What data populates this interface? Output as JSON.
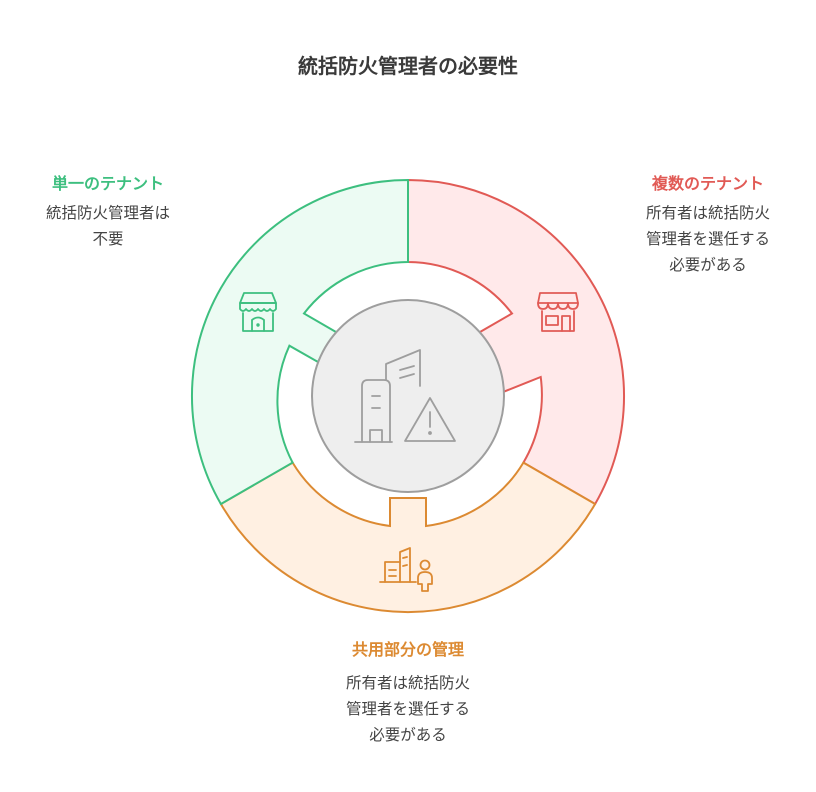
{
  "title": "統括防火管理者の必要性",
  "segments": [
    {
      "id": "single",
      "heading": "単一のテナント",
      "description": "統括防火管理者は\n不要",
      "color": "#3dbf7f",
      "fill": "#ecfbf3",
      "icon": "store-icon"
    },
    {
      "id": "multi",
      "heading": "複数のテナント",
      "description": "所有者は統括防火\n管理者を選任する\n必要がある",
      "color": "#e15a55",
      "fill": "#ffe9ea",
      "icon": "shop-icon"
    },
    {
      "id": "common",
      "heading": "共用部分の管理",
      "description": "所有者は統括防火\n管理者を選任する\n必要がある",
      "color": "#dc8a32",
      "fill": "#fff0e2",
      "icon": "building-person-icon"
    }
  ],
  "center": {
    "icon": "building-warning-icon",
    "fill": "#eeeeee",
    "stroke": "#9e9e9e"
  }
}
